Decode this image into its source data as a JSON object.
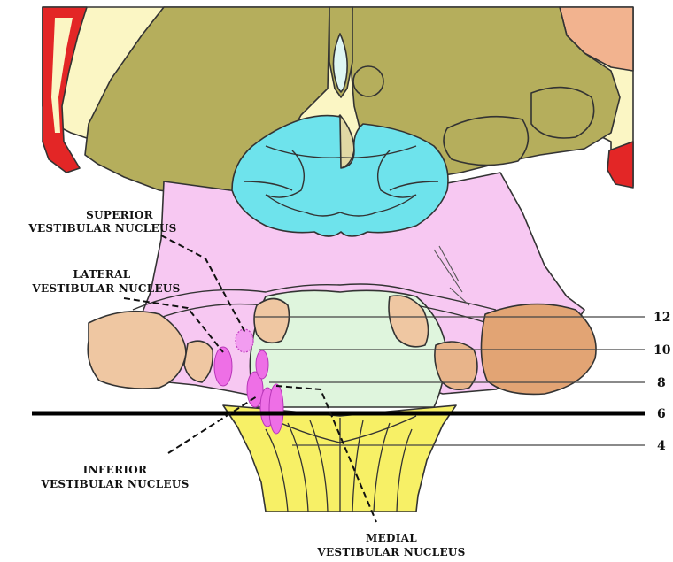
{
  "labels": {
    "superior": [
      "SUPERIOR",
      "VESTIBULAR NUCLEUS"
    ],
    "lateral": [
      "LATERAL",
      "VESTIBULAR NUCLEUS"
    ],
    "inferior": [
      "INFERIOR",
      "VESTIBULAR NUCLEUS"
    ],
    "medial": [
      "MEDIAL",
      "VESTIBULAR NUCLEUS"
    ]
  },
  "levels": [
    "12",
    "10",
    "8",
    "6",
    "4"
  ],
  "colors": {
    "olive": "#b5ae5c",
    "cream": "#fbf6c4",
    "red": "#e32626",
    "cyan": "#6ee3ec",
    "pink": "#f7c8f2",
    "tan": "#efc7a2",
    "orange": "#e2a474",
    "mint": "#dff5dd",
    "yellow": "#f7f066",
    "magenta": "#ee6fe6",
    "peach": "#f2b38f"
  }
}
